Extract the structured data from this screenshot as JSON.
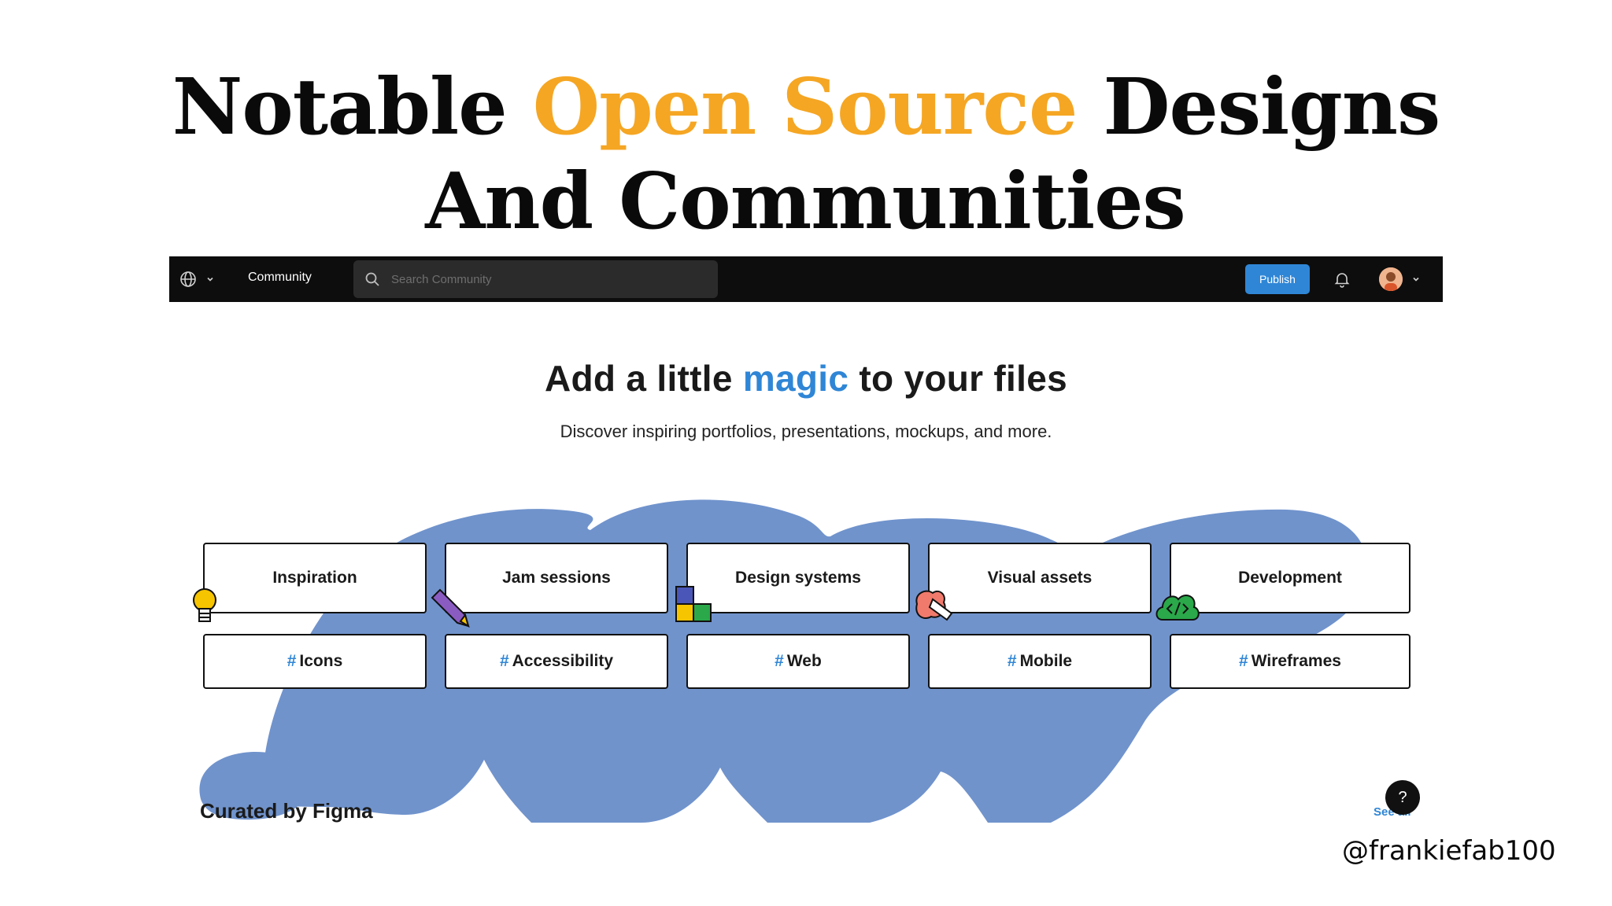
{
  "headline": {
    "line1_pre": "Notable ",
    "line1_accent": "Open Source",
    "line1_post": " Designs",
    "line2": "And Communities",
    "accent_color": "#f5a623"
  },
  "topbar": {
    "community_label": "Community",
    "search_placeholder": "Search Community",
    "publish_label": "Publish",
    "icons": [
      "globe-icon",
      "chevron-down-icon",
      "search-icon",
      "bell-icon",
      "avatar",
      "chevron-down-icon"
    ]
  },
  "hero": {
    "title_pre": "Add a little ",
    "title_accent": "magic",
    "title_post": " to your files",
    "subtitle": "Discover inspiring portfolios, presentations, mockups, and more.",
    "accent_color": "#2f86d6"
  },
  "categories": [
    {
      "label": "Inspiration",
      "icon": "lightbulb-icon"
    },
    {
      "label": "Jam sessions",
      "icon": "pencil-icon"
    },
    {
      "label": "Design systems",
      "icon": "blocks-icon"
    },
    {
      "label": "Visual assets",
      "icon": "pen-tool-icon"
    },
    {
      "label": "Development",
      "icon": "code-cloud-icon"
    }
  ],
  "tags": [
    {
      "hash": "#",
      "label": "Icons"
    },
    {
      "hash": "#",
      "label": "Accessibility"
    },
    {
      "hash": "#",
      "label": "Web"
    },
    {
      "hash": "#",
      "label": "Mobile"
    },
    {
      "hash": "#",
      "label": "Wireframes"
    }
  ],
  "footer": {
    "curated_label": "Curated by Figma",
    "see_all_label": "See all",
    "help_label": "?"
  },
  "handle": "@frankiefab100",
  "colors": {
    "blob": "#7093cc",
    "topbar": "#0d0d0d",
    "publish": "#2f86d6"
  }
}
